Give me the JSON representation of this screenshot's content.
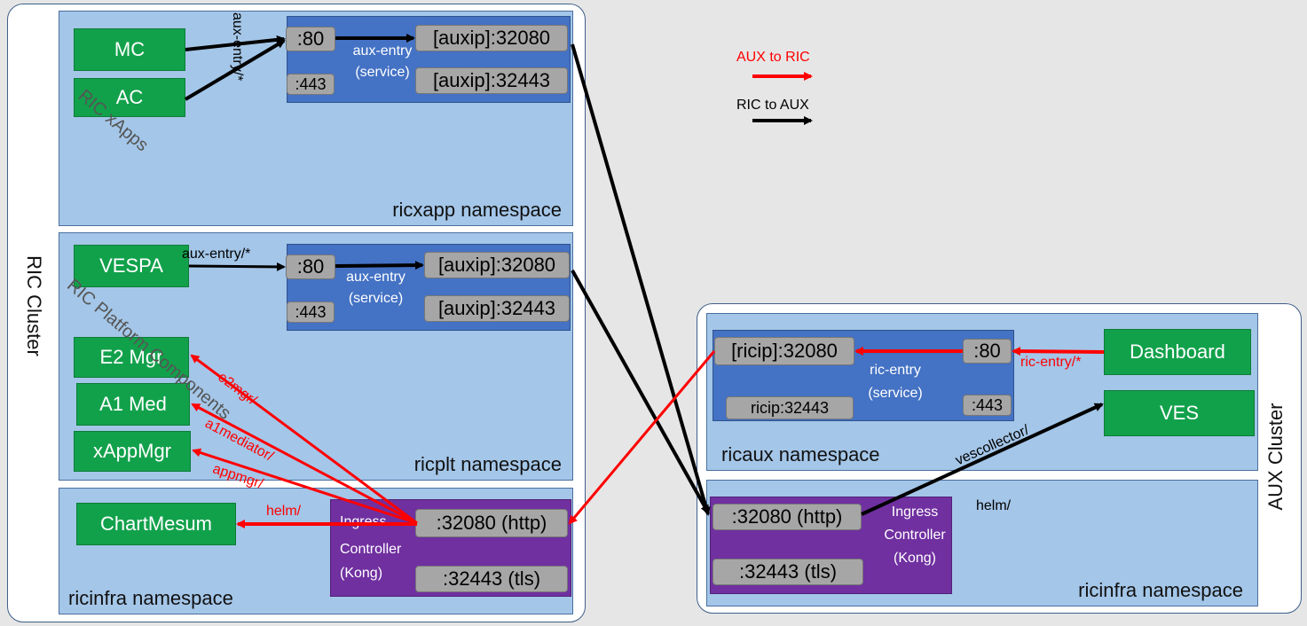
{
  "clusters": {
    "ric": "RIC Cluster",
    "aux": "AUX Cluster"
  },
  "namespaces": {
    "ricxapp": "ricxapp namespace",
    "ricplt": "ricplt namespace",
    "ricinfra_ric": "ricinfra namespace",
    "ricaux": "ricaux namespace",
    "ricinfra_aux": "ricinfra namespace"
  },
  "groups": {
    "xapps": "RIC xApps",
    "platform": "RIC Platform Components"
  },
  "components": {
    "mc": "MC",
    "ac": "AC",
    "vespa": "VESPA",
    "e2mgr": "E2 Mgr",
    "a1med": "A1 Med",
    "xappmgr": "xAppMgr",
    "chartmuseum": "ChartMesum",
    "dashboard": "Dashboard",
    "ves": "VES"
  },
  "services": {
    "aux_entry_line1": "aux-entry",
    "aux_entry_line2": "(service)",
    "ric_entry_line1": "ric-entry",
    "ric_entry_line2": "(service)",
    "ingress_line1": "Ingress",
    "ingress_line2": "Controller",
    "ingress_line3": "(Kong)"
  },
  "ports": {
    "p80": ":80",
    "p443": ":443",
    "auxip_32080": "[auxip]:32080",
    "auxip_32443": "[auxip]:32443",
    "ricip_32080": "[ricip]:32080",
    "ricip_32443": "ricip:32443",
    "http_32080": ":32080 (http)",
    "tls_32443": ":32443 (tls)"
  },
  "edges": {
    "aux_entry": "aux-entry/*",
    "e2mgr": "e2mgr/",
    "a1mediator": "a1mediator/",
    "appmgr": "appmgr/",
    "helm": "helm/",
    "ric_entry": "ric-entry/*",
    "vescollector": "vescollector/"
  },
  "legend": {
    "aux_to_ric": "AUX to RIC",
    "ric_to_aux": "RIC to AUX"
  },
  "colors": {
    "red_arrow": "#ff0000",
    "black_arrow": "#000000",
    "namespace": "#a4c6e8",
    "component": "#12a14b",
    "service": "#4472c4",
    "ingress": "#7030a0",
    "port": "#a6a6a6"
  }
}
